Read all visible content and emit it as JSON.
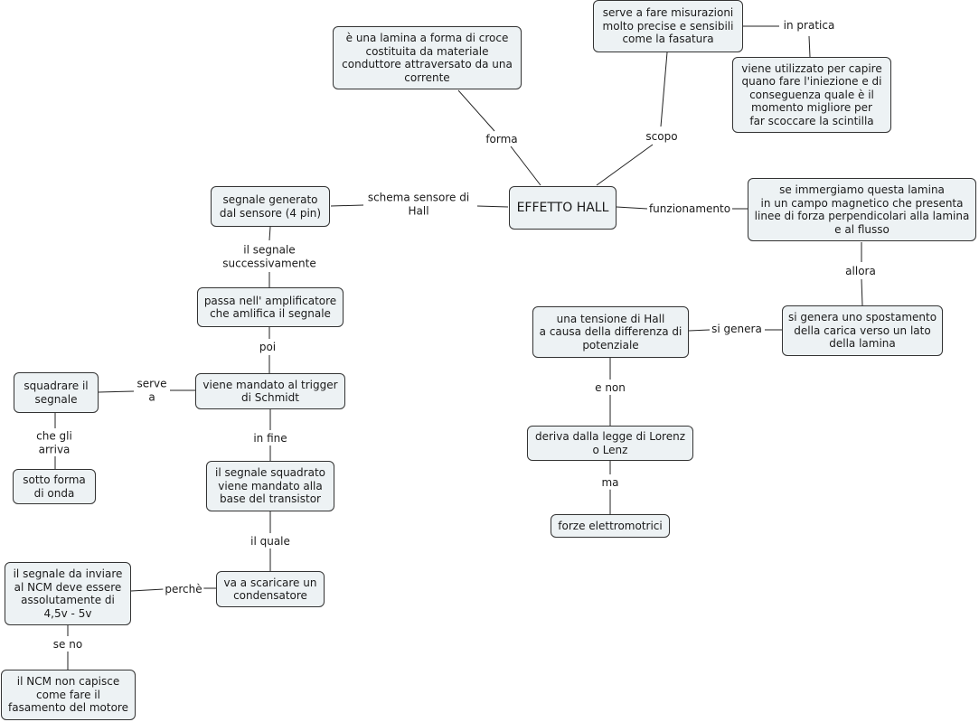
{
  "concept_map": {
    "nodes": {
      "effetto_hall": "EFFETTO HALL",
      "lamina_croce": "è una lamina a forma di croce\ncostituita da materiale\nconduttore attraversato da una\ncorrente",
      "misurazioni": "serve a fare misurazioni\nmolto precise e sensibili\ncome la fasatura",
      "iniezione": "viene utilizzato per capire\nquano fare l'iniezione e di\nconseguenza quale è il\nmomento migliore per\nfar scoccare la scintilla",
      "segnale_generato": "segnale generato\ndal sensore (4 pin)",
      "immergiamo": "se immergiamo questa lamina\nin un campo magnetico che presenta\nlinee di forza perpendicolari alla lamina\ne al flusso",
      "amplificatore": "passa nell' amplificatore\nche amlifica il segnale",
      "spostamento": "si genera uno spostamento\ndella carica verso un lato\ndella lamina",
      "tensione": "una tensione di Hall\na causa della differenza di\npotenziale",
      "squadrare": "squadrare il\nsegnale",
      "trigger": "viene mandato al trigger\ndi Schmidt",
      "onda": "sotto forma\ndi onda",
      "lorenz": "deriva dalla legge di Lorenz\no Lenz",
      "squadrato": "il segnale squadrato\nviene mandato alla\nbase del transistor",
      "forze": "forze elettromotrici",
      "ncm_inviare": "il segnale da inviare\nal NCM deve essere\nassolutamente di\n4,5v - 5v",
      "condensatore": "va a scaricare un\ncondensatore",
      "ncm_capisce": "il NCM non capisce\ncome fare il\nfasamento del motore"
    },
    "links": {
      "forma": "forma",
      "scopo": "scopo",
      "in_pratica": "in pratica",
      "schema": "schema sensore di\nHall",
      "funzionamento": "funzionamento",
      "il_segnale": "il segnale\nsuccessivamente",
      "allora": "allora",
      "poi": "poi",
      "si_genera": "si genera",
      "serve_a": "serve\na",
      "e_non": "e non",
      "che_gli": "che gli\narriva",
      "in_fine": "in fine",
      "ma": "ma",
      "il_quale": "il quale",
      "perche": "perchè",
      "se_no": "se no"
    }
  }
}
